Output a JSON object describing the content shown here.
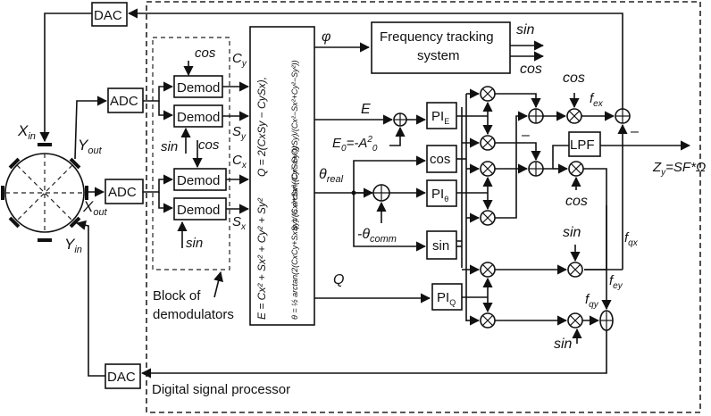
{
  "diagram": {
    "title": "Digital signal processor control loop for vibratory gyroscope",
    "sensor": {
      "labels": {
        "x_in": "X",
        "x_in_sub": "in",
        "y_out": "Y",
        "y_out_sub": "out",
        "x_out": "X",
        "x_out_sub": "out",
        "y_in": "Y",
        "y_in_sub": "in"
      }
    },
    "converters": {
      "dac_top": "DAC",
      "adc_top": "ADC",
      "adc_bottom": "ADC",
      "dac_bottom": "DAC"
    },
    "demodulators": {
      "block_label_line1": "Block of",
      "block_label_line2": "demodulators",
      "demod_label": "Demod",
      "ref_cos": "cos",
      "ref_sin": "sin",
      "outputs": {
        "cy": "C",
        "cy_sub": "y",
        "sy": "S",
        "sy_sub": "y",
        "cx": "C",
        "cx_sub": "x",
        "sx": "S",
        "sx_sub": "x"
      }
    },
    "equations": {
      "q": "Q = 2(CxSy − CySx),",
      "phi": "φ = ½ arctan((CxSx+CySy)/(Cx²−Sx²+Cy²−Sy²))",
      "e": "E = Cx² + Sx² + Cy² + Sy²",
      "theta": "θ = ½ arctan(2(CxCy+SxSy)/(Cx²+Sx²−Cy²−Sy²))"
    },
    "signals": {
      "phi": "φ",
      "e": "E",
      "e0": "E",
      "e0_rest": "=-A",
      "e0_sup": "2",
      "e0_sub": "0",
      "e0_sub1": "0",
      "theta_real": "θ",
      "theta_real_sub": "real",
      "theta_comm": "-θ",
      "theta_comm_sub": "comm",
      "q": "Q",
      "f_ex": "f",
      "f_ex_sub": "ex",
      "f_qx": "f",
      "f_qx_sub": "qx",
      "f_ey": "f",
      "f_ey_sub": "ey",
      "f_qy": "f",
      "f_qy_sub": "qy",
      "output": "Z",
      "output_sub": "y",
      "output_rest": "=SF*Ω",
      "minus": "–"
    },
    "blocks": {
      "freq_tracking_line1": "Frequency tracking",
      "freq_tracking_line2": "system",
      "freq_out_sin": "sin",
      "freq_out_cos": "cos",
      "pi_e": "PI",
      "pi_e_sub": "E",
      "pi_theta": "PI",
      "pi_theta_sub": "θ",
      "pi_q": "PI",
      "pi_q_sub": "Q",
      "cos_block": "cos",
      "sin_block": "sin",
      "lpf": "LPF",
      "mod_cos_top": "cos",
      "mod_cos_mid": "cos",
      "mod_sin_mid": "sin",
      "mod_sin_bottom": "sin"
    },
    "dsp_label": "Digital signal processor"
  }
}
